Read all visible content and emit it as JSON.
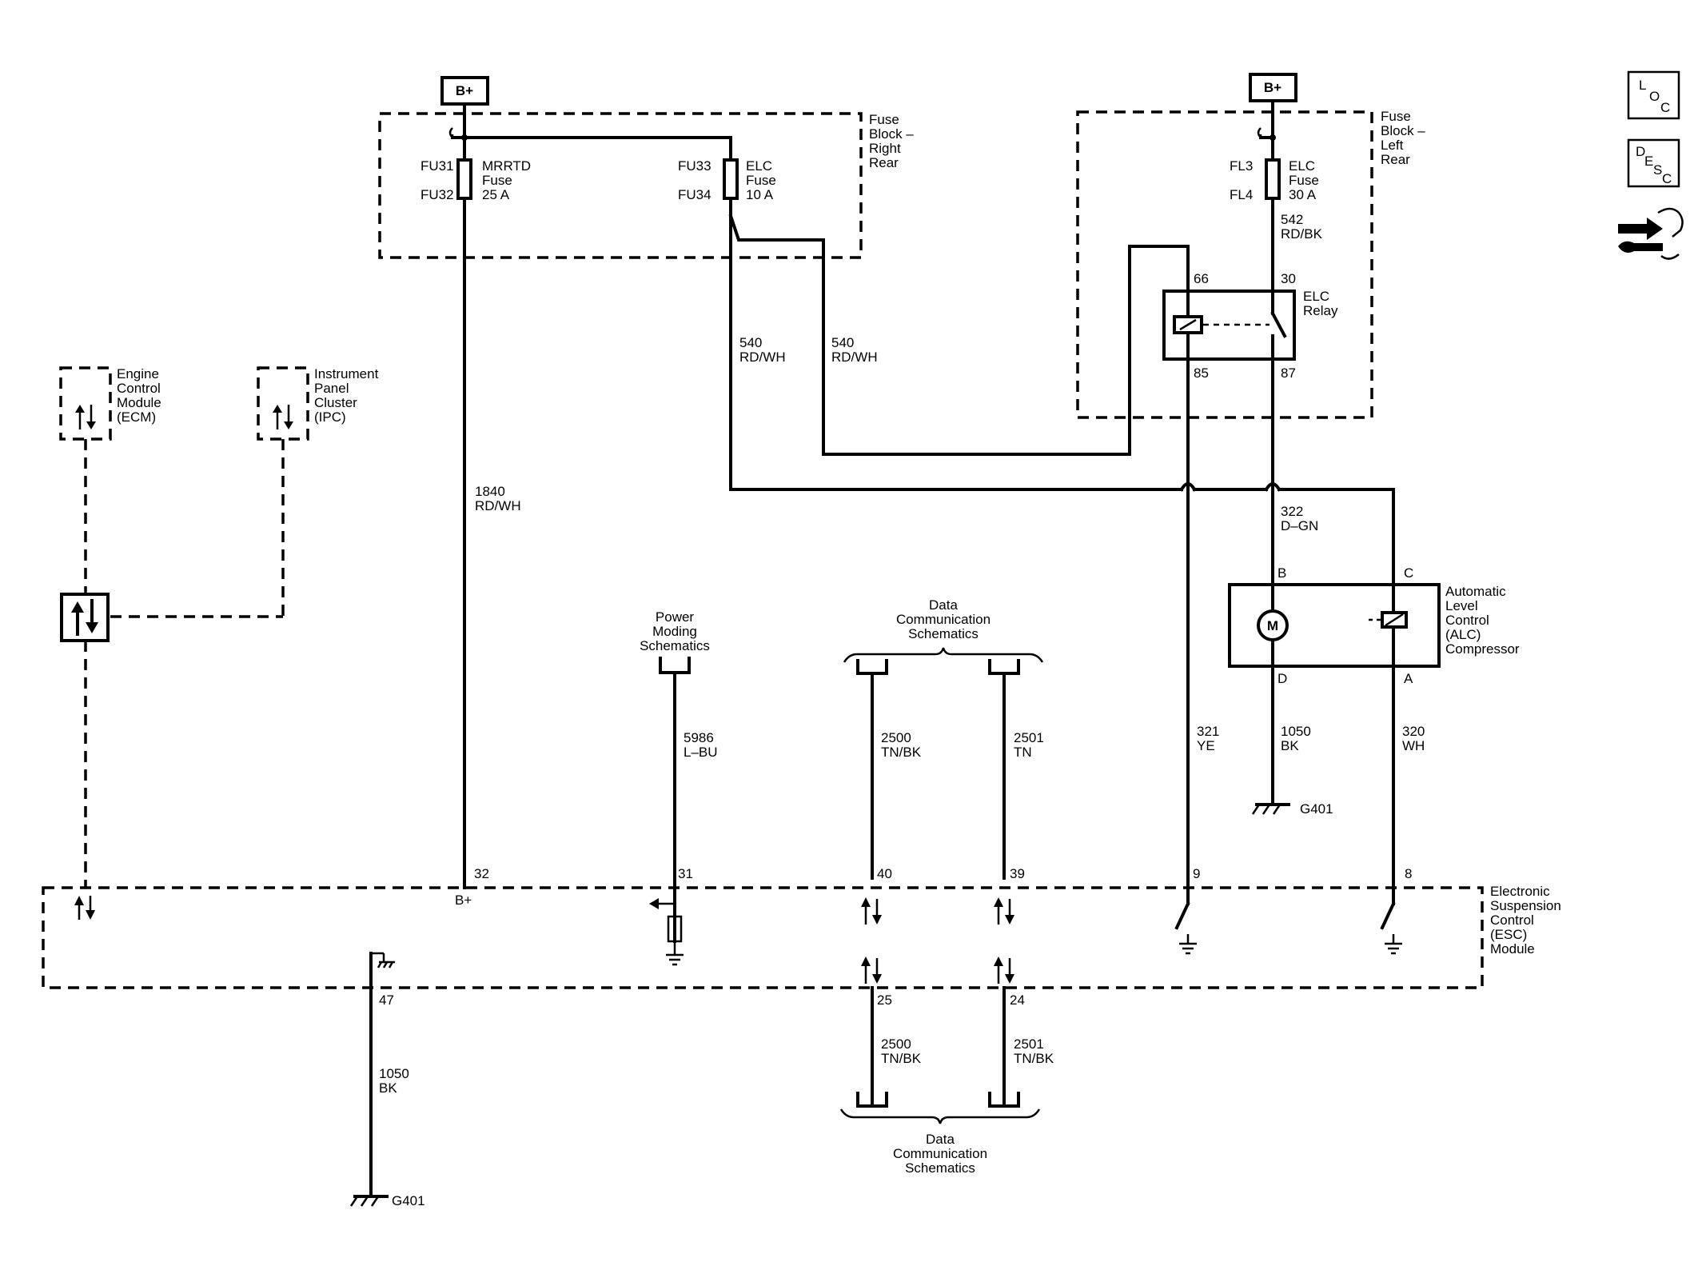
{
  "battery": {
    "left_label": "B+",
    "right_label": "B+"
  },
  "fuse_block_right_rear": {
    "title": [
      "Fuse",
      "Block –",
      "Right",
      "Rear"
    ],
    "fuse_mrrtd": {
      "ref_top": "FU31",
      "ref_bottom": "FU32",
      "name": [
        "MRRTD",
        "Fuse",
        "25 A"
      ]
    },
    "fuse_elc": {
      "ref_top": "FU33",
      "ref_bottom": "FU34",
      "name": [
        "ELC",
        "Fuse",
        "10 A"
      ]
    }
  },
  "fuse_block_left_rear": {
    "title": [
      "Fuse",
      "Block –",
      "Left",
      "Rear"
    ],
    "fuse_elc": {
      "ref_top": "FL3",
      "ref_bottom": "FL4",
      "name": [
        "ELC",
        "Fuse",
        "30 A"
      ]
    }
  },
  "relay": {
    "name": [
      "ELC",
      "Relay"
    ],
    "pins": {
      "p66": "66",
      "p30": "30",
      "p85": "85",
      "p87": "87"
    }
  },
  "compressor": {
    "name": [
      "Automatic",
      "Level",
      "Control",
      "(ALC)",
      "Compressor"
    ],
    "pins": {
      "b": "B",
      "c": "C",
      "d": "D",
      "a": "A"
    },
    "motor": "M"
  },
  "ecm": {
    "name": [
      "Engine",
      "Control",
      "Module",
      "(ECM)"
    ]
  },
  "ipc": {
    "name": [
      "Instrument",
      "Panel",
      "Cluster",
      "(IPC)"
    ]
  },
  "esc": {
    "name": [
      "Electronic",
      "Suspension",
      "Control",
      "(ESC)",
      "Module"
    ],
    "bplus": "B+",
    "pins": {
      "p32": "32",
      "p31": "31",
      "p40": "40",
      "p39": "39",
      "p9": "9",
      "p8": "8",
      "p47": "47",
      "p25": "25",
      "p24": "24"
    }
  },
  "wires": {
    "w542": [
      "542",
      "RD/BK"
    ],
    "w540a": [
      "540",
      "RD/WH"
    ],
    "w540b": [
      "540",
      "RD/WH"
    ],
    "w1840": [
      "1840",
      "RD/WH"
    ],
    "w322": [
      "322",
      "D–GN"
    ],
    "w5986": [
      "5986",
      "L–BU"
    ],
    "w2500a": [
      "2500",
      "TN/BK"
    ],
    "w2501a": [
      "2501",
      "TN"
    ],
    "w321": [
      "321",
      "YE"
    ],
    "w1050a": [
      "1050",
      "BK"
    ],
    "w320": [
      "320",
      "WH"
    ],
    "w1050b": [
      "1050",
      "BK"
    ],
    "w2500b": [
      "2500",
      "TN/BK"
    ],
    "w2501b": [
      "2501",
      "TN/BK"
    ]
  },
  "grounds": {
    "g1": "G401",
    "g2": "G401"
  },
  "references": {
    "power_moding": [
      "Power",
      "Moding",
      "Schematics"
    ],
    "data_comm_top": [
      "Data",
      "Communication",
      "Schematics"
    ],
    "data_comm_bottom": [
      "Data",
      "Communication",
      "Schematics"
    ]
  },
  "side_icons": {
    "loc": {
      "letters": [
        "L",
        "O",
        "C"
      ],
      "icon": "location-icon"
    },
    "desc": {
      "letters": [
        "D",
        "E",
        "S",
        "C"
      ],
      "icon": "description-icon"
    },
    "tools": {
      "icon": "connector-wrench-icon"
    }
  }
}
